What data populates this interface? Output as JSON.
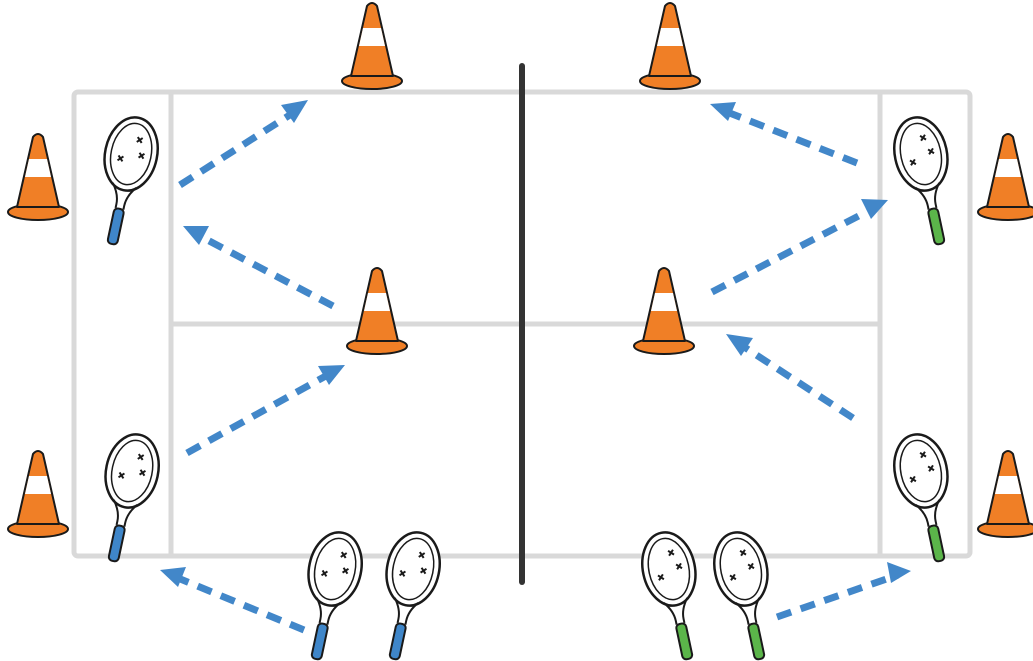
{
  "colors": {
    "court_line": "#d9d9d9",
    "net": "#333333",
    "arrow": "#4287c9",
    "cone_orange": "#f07f26",
    "cone_stripe": "#ffffff",
    "outline": "#1a1a1a",
    "grip_blue": "#3f86c9",
    "grip_green": "#5bb54a"
  },
  "icons": {
    "cone": "traffic-cone-icon",
    "racket": "tennis-racket-icon",
    "arrow": "dashed-arrow"
  },
  "teams": [
    {
      "side": "left",
      "grip_color": "blue",
      "rackets": 4
    },
    {
      "side": "right",
      "grip_color": "green",
      "rackets": 4
    }
  ],
  "cones_count": 8,
  "arrows_count": 8
}
